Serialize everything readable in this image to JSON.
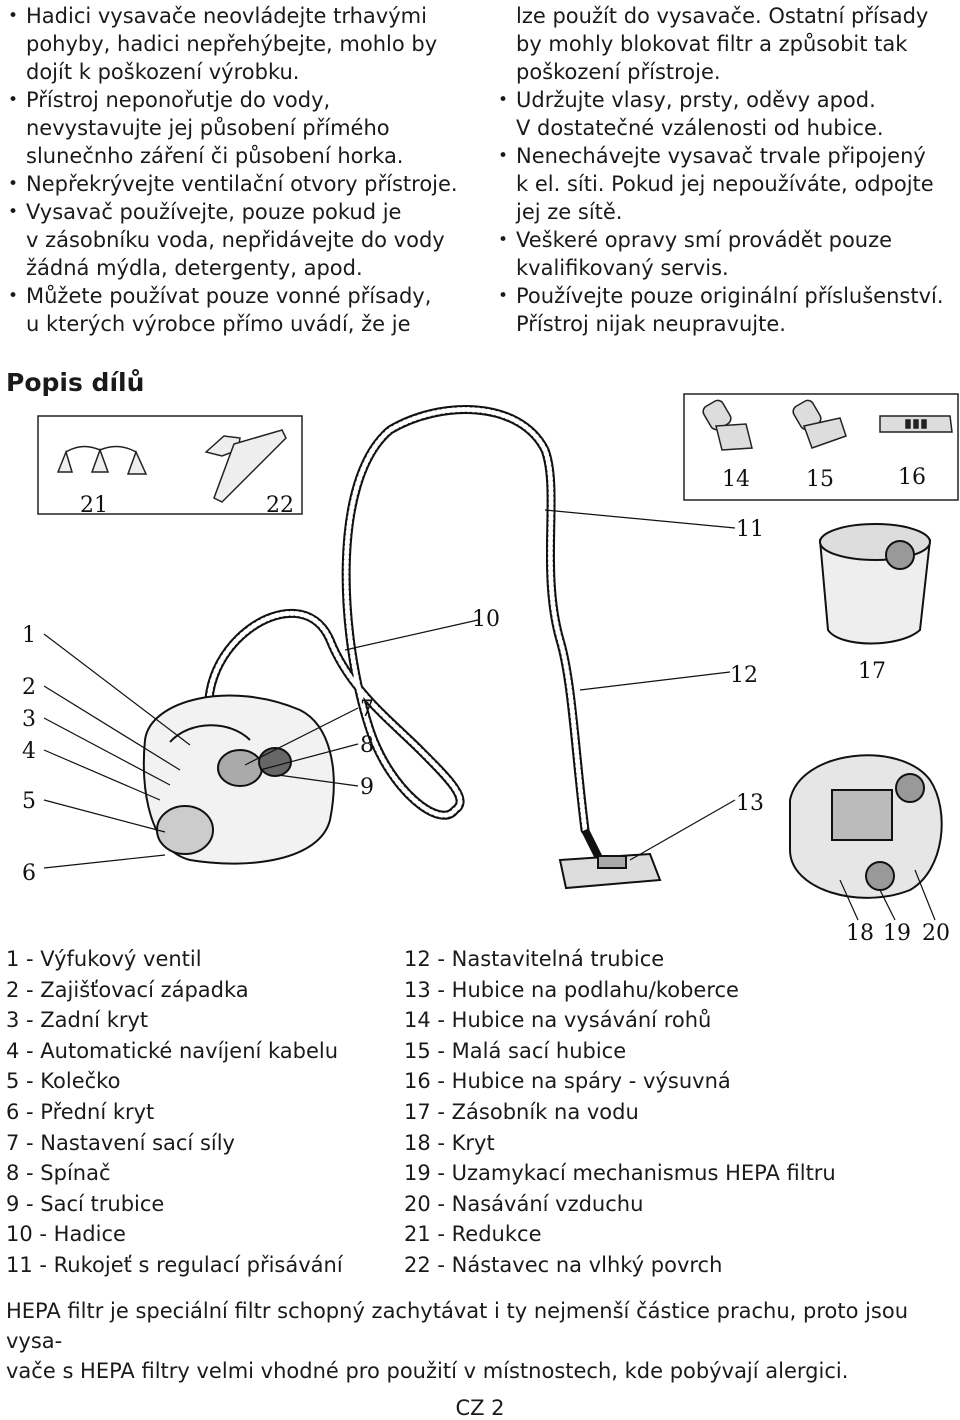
{
  "safety": {
    "left_lines": [
      {
        "bullet": true,
        "text": "Hadici vysavače neovládejte trhavými"
      },
      {
        "bullet": false,
        "text": "pohyby, hadici nepřehýbejte, mohlo by"
      },
      {
        "bullet": false,
        "text": "dojít k poškození výrobku."
      },
      {
        "bullet": true,
        "text": "Přístroj neponořutje do vody,"
      },
      {
        "bullet": false,
        "text": "nevystavujte jej působení přímého"
      },
      {
        "bullet": false,
        "text": "slunečnho záření či působení horka."
      },
      {
        "bullet": true,
        "text": "Nepřekrývejte ventilační otvory přístroje."
      },
      {
        "bullet": true,
        "text": "Vysavač používejte, pouze pokud je"
      },
      {
        "bullet": false,
        "text": "v zásobníku voda, nepřidávejte do vody"
      },
      {
        "bullet": false,
        "text": "žádná mýdla, detergenty, apod."
      },
      {
        "bullet": true,
        "text": "Můžete používat pouze vonné přísady,"
      },
      {
        "bullet": false,
        "text": "u kterých výrobce přímo uvádí, že je"
      }
    ],
    "right_lines": [
      {
        "bullet": false,
        "text": "lze použít do vysavače. Ostatní přísady"
      },
      {
        "bullet": false,
        "text": "by mohly blokovat filtr a způsobit tak"
      },
      {
        "bullet": false,
        "text": "poškození přístroje."
      },
      {
        "bullet": true,
        "text": "Udržujte vlasy, prsty, oděvy apod."
      },
      {
        "bullet": false,
        "text": "V dostatečné vzálenosti od hubice."
      },
      {
        "bullet": true,
        "text": "Nenechávejte vysavač trvale připojený"
      },
      {
        "bullet": false,
        "text": "k el. síti. Pokud jej nepoužíváte, odpojte"
      },
      {
        "bullet": false,
        "text": "jej ze sítě."
      },
      {
        "bullet": true,
        "text": "Veškeré opravy smí provádět pouze"
      },
      {
        "bullet": false,
        "text": "kvalifikovaný servis."
      },
      {
        "bullet": true,
        "text": "Používejte pouze originální příslušenství."
      },
      {
        "bullet": false,
        "text": "Přístroj nijak neupravujte."
      }
    ]
  },
  "section_title": "Popis dílů",
  "callouts": [
    "1",
    "2",
    "3",
    "4",
    "5",
    "6",
    "7",
    "8",
    "9",
    "10",
    "11",
    "12",
    "13",
    "14",
    "15",
    "16",
    "17",
    "18",
    "19",
    "20",
    "21",
    "22"
  ],
  "legend_left": [
    "1 - Výfukový ventil",
    "2 - Zajišťovací západka",
    "3 - Zadní kryt",
    "4 - Automatické navíjení kabelu",
    "5 - Kolečko",
    "6 - Přední kryt",
    "7 - Nastavení sací síly",
    "8 - Spínač",
    "9 - Sací trubice",
    "10 - Hadice",
    "11 - Rukojeť s regulací přisávání"
  ],
  "legend_right": [
    "12 - Nastavitelná trubice",
    "13 - Hubice na podlahu/koberce",
    "14 - Hubice na vysávání rohů",
    "15 - Malá sací hubice",
    "16 - Hubice na spáry - výsuvná",
    "17 - Zásobník na vodu",
    "18 - Kryt",
    "19 - Uzamykací mechanismus HEPA filtru",
    "20 - Nasávání vzduchu",
    "21 - Redukce",
    "22 - Nástavec na vlhký povrch"
  ],
  "hepa_note_line1": "HEPA filtr je speciální filtr schopný zachytávat i ty nejmenší částice prachu, proto jsou vysa-",
  "hepa_note_line2": "vače s HEPA filtry velmi vhodné pro použití v místnostech, kde pobývají alergici.",
  "page_label": "CZ 2"
}
